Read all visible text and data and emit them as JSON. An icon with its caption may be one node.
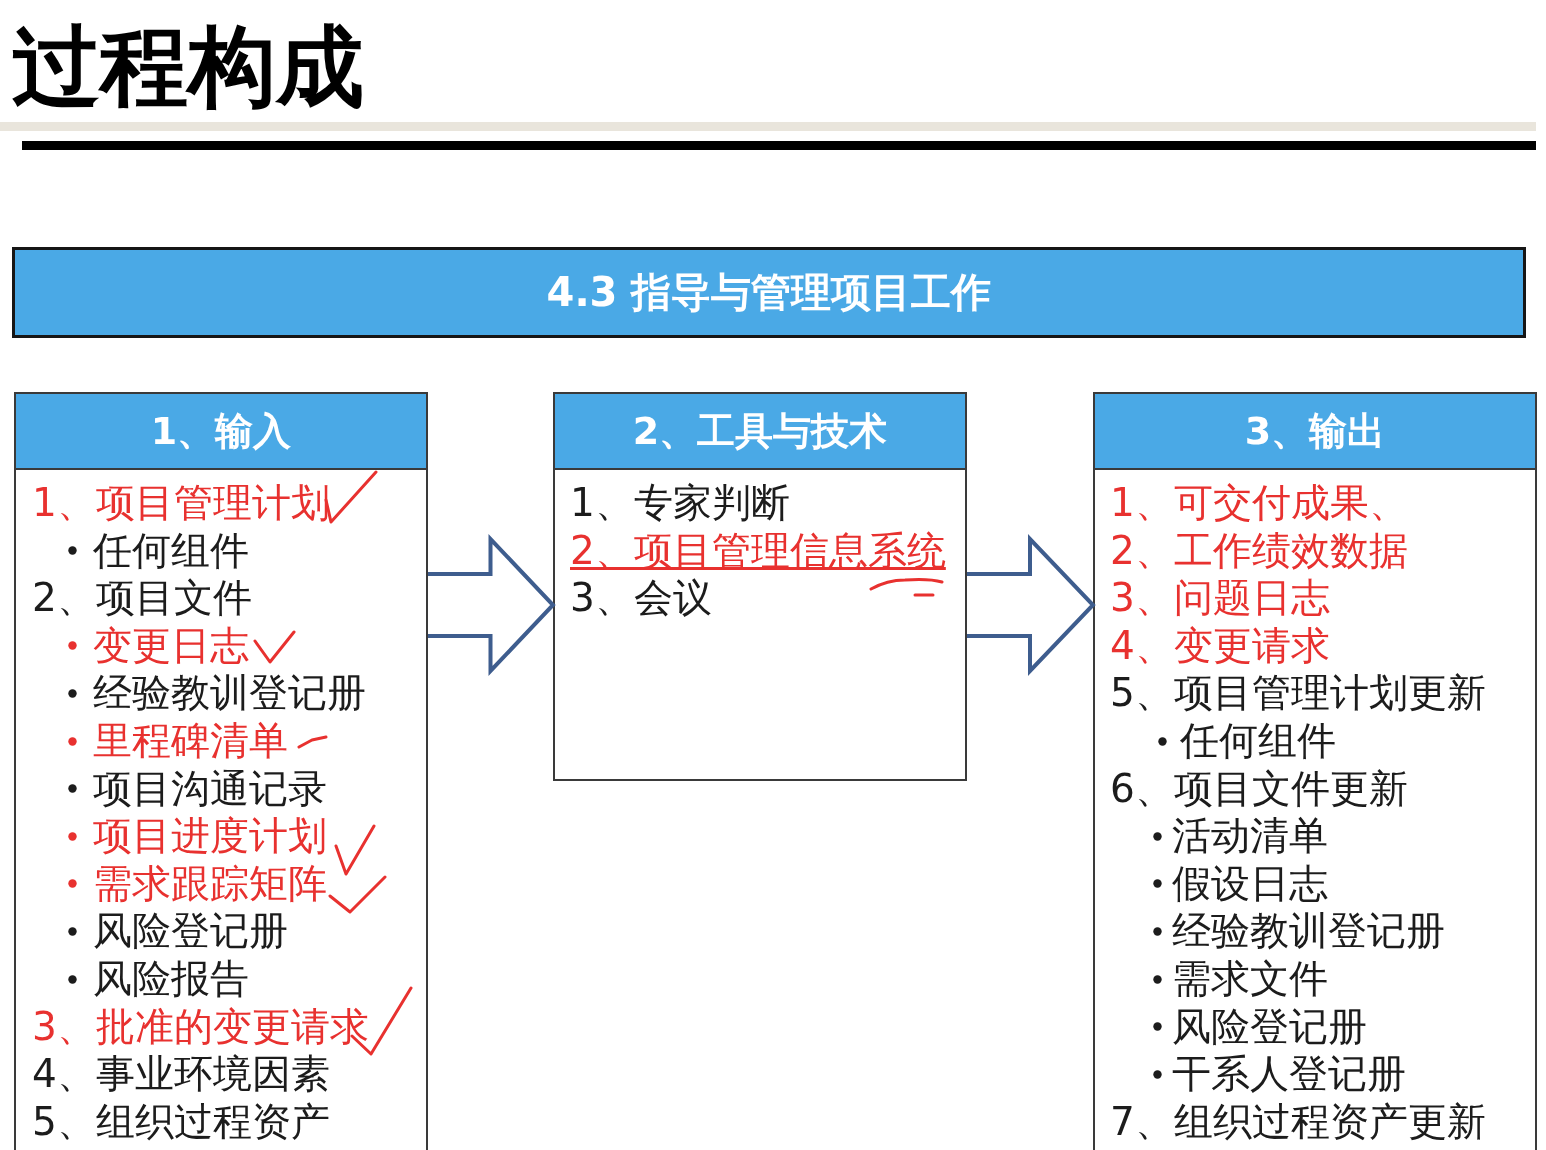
{
  "diagram": {
    "title": "过程构成",
    "nodes": [
      {
        "text": [
          "4.3 指导与管理项目工作"
        ]
      },
      {
        "text": [
          "1、输入",
          "1、项目管理计划",
          "任何组件",
          "2、项目文件",
          "变更日志",
          "经验教训登记册",
          "里程碑清单",
          "项目沟通记录",
          "项目进度计划",
          "需求跟踪矩阵",
          "风险登记册",
          "风险报告",
          "3、批准的变更请求",
          "4、事业环境因素",
          "5、组织过程资产"
        ]
      },
      {
        "text": [
          "2、工具与技术",
          "1、专家判断",
          "2、项目管理信息系统",
          "3、会议"
        ]
      },
      {
        "text": [
          "3、输出",
          "1、可交付成果、",
          "2、工作绩效数据",
          "3、问题日志",
          "4、变更请求",
          "5、项目管理计划更新",
          "任何组件",
          "6、项目文件更新",
          "活动清单",
          "假设日志",
          "经验教训登记册",
          "需求文件",
          "风险登记册",
          "干系人登记册",
          "7、组织过程资产更新"
        ]
      }
    ],
    "edges": [
      {
        "from": 1,
        "to": 2,
        "arrow": "to"
      },
      {
        "from": 2,
        "to": 3,
        "arrow": "to"
      }
    ]
  }
}
